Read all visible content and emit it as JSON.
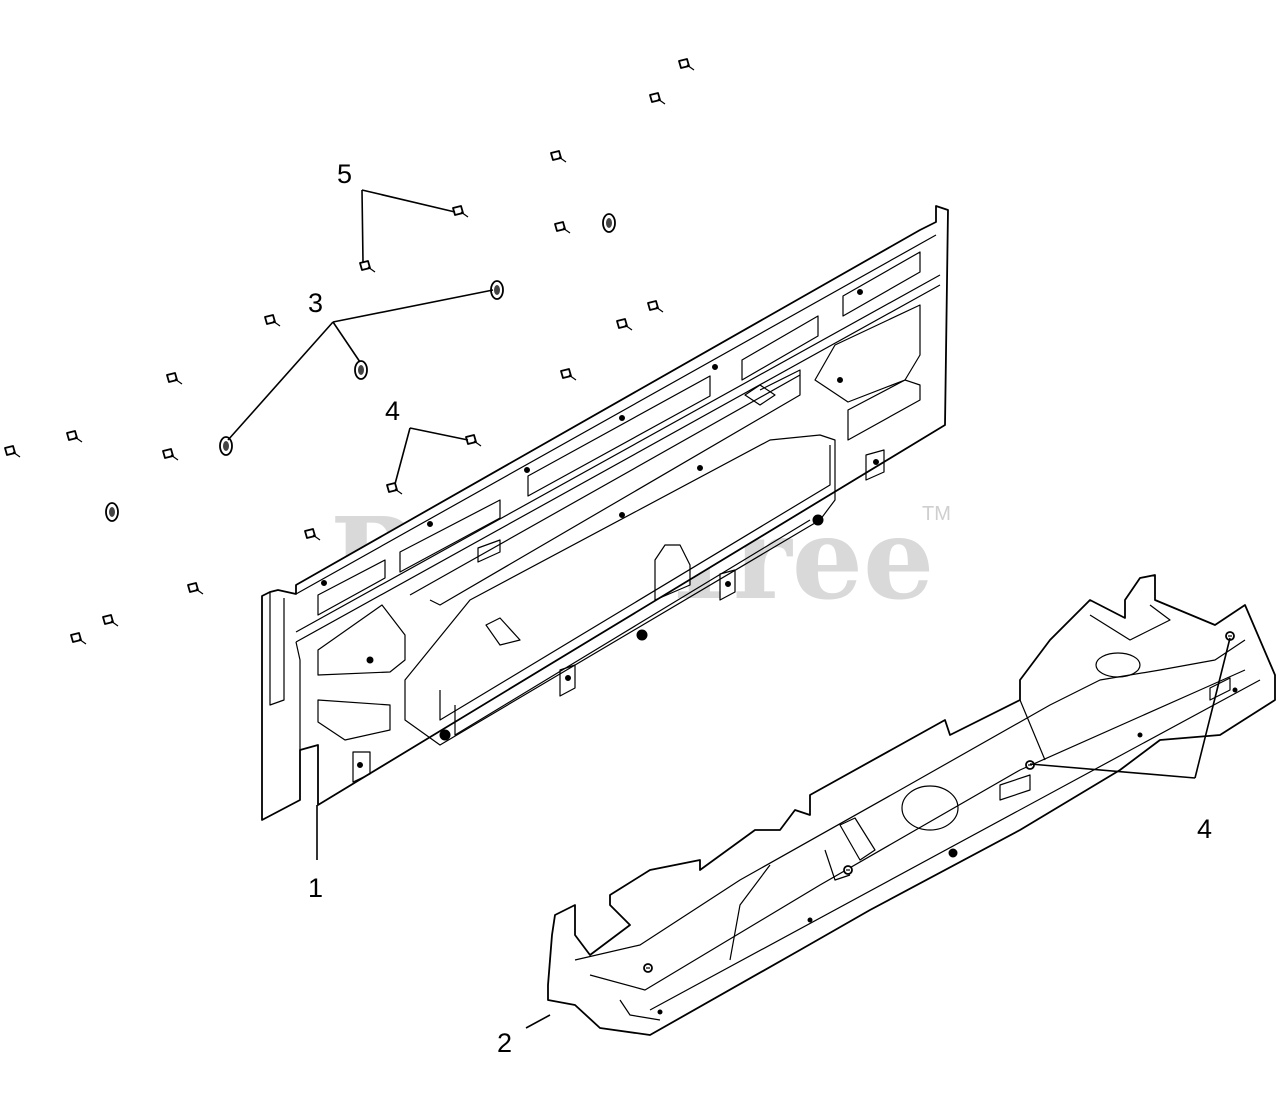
{
  "watermark": {
    "text": "PartsTree",
    "tm": "TM"
  },
  "callouts": [
    {
      "id": "1",
      "label": "1"
    },
    {
      "id": "2",
      "label": "2"
    },
    {
      "id": "3",
      "label": "3"
    },
    {
      "id": "4a",
      "label": "4"
    },
    {
      "id": "4b",
      "label": "4"
    },
    {
      "id": "5",
      "label": "5"
    }
  ],
  "icons": [
    "screw-icon",
    "nut-icon"
  ]
}
